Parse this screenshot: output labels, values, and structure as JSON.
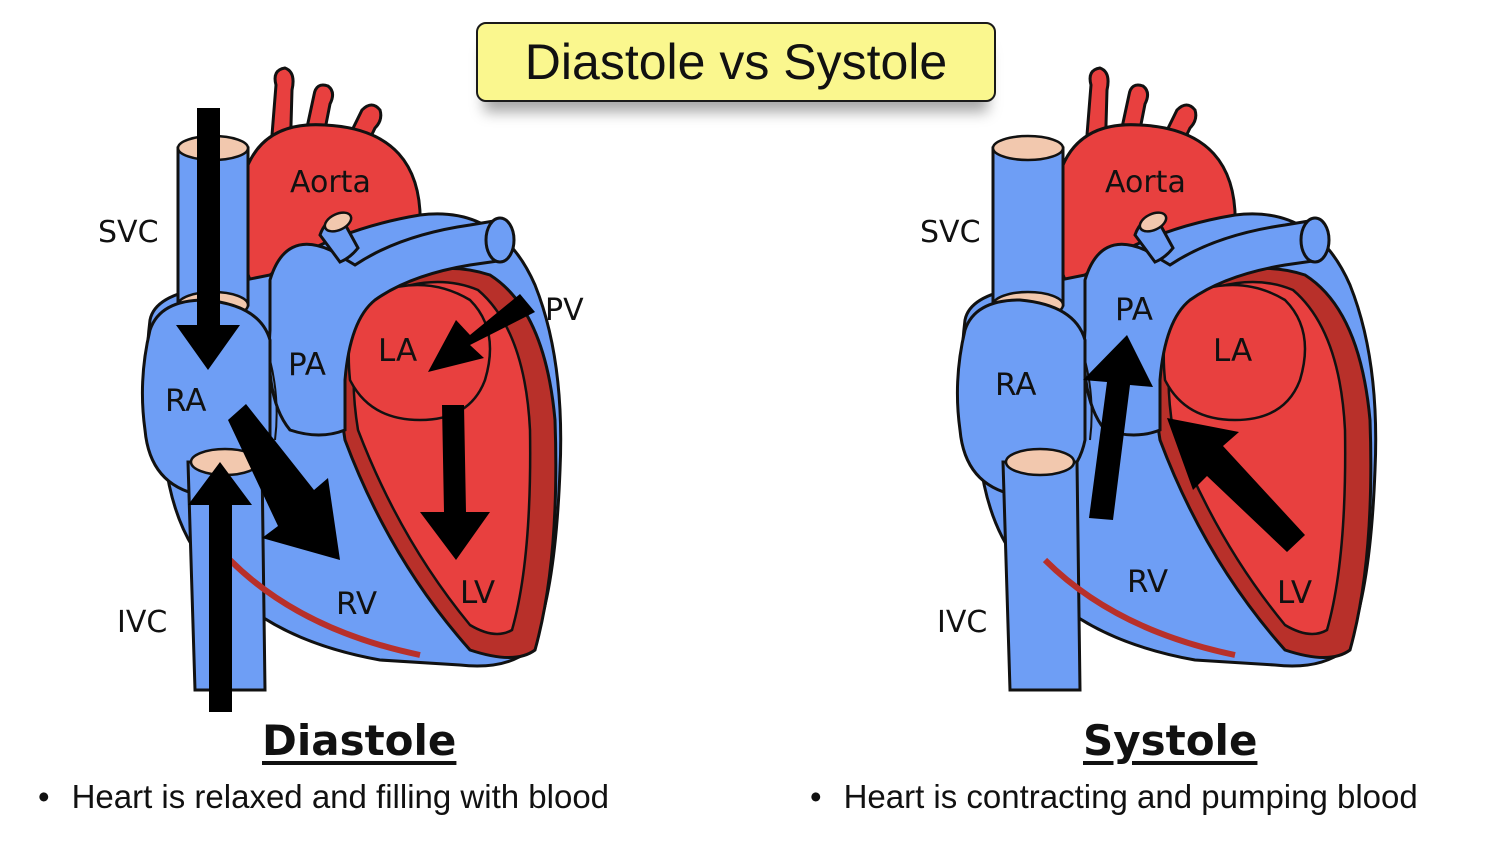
{
  "title": "Diastole vs Systole",
  "colors": {
    "blue": "#6e9ef5",
    "red": "#e8403f",
    "dark_red": "#b8302a",
    "vessel_cap": "#f2c8ae",
    "title_bg": "#faf78e",
    "arrow": "#000000"
  },
  "diastole": {
    "heading": "Diastole",
    "bullet": "•",
    "description": "Heart is relaxed and filling with blood",
    "labels": {
      "aorta": "Aorta",
      "svc": "SVC",
      "pv": "PV",
      "pa": "PA",
      "la": "LA",
      "ra": "RA",
      "rv": "RV",
      "lv": "LV",
      "ivc": "IVC"
    }
  },
  "systole": {
    "heading": "Systole",
    "bullet": "•",
    "description": "Heart is contracting and pumping blood",
    "labels": {
      "aorta": "Aorta",
      "svc": "SVC",
      "pa": "PA",
      "la": "LA",
      "ra": "RA",
      "rv": "RV",
      "lv": "LV",
      "ivc": "IVC"
    }
  }
}
